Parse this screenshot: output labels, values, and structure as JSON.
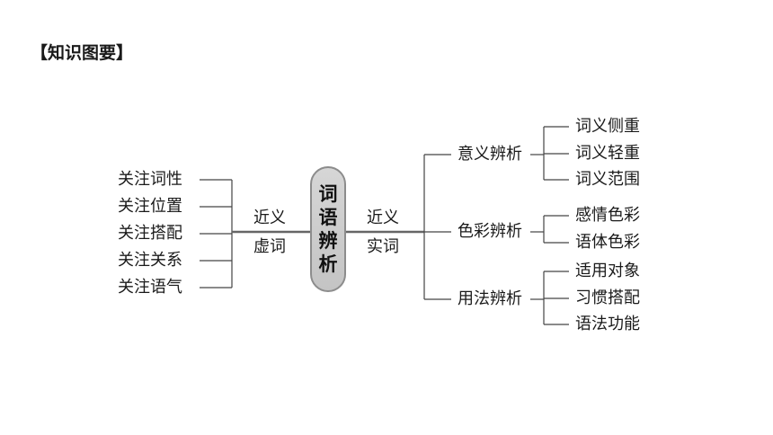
{
  "heading": "【知识图要】",
  "center": [
    "词",
    "语",
    "辨",
    "析"
  ],
  "left_branches": [
    "关注词性",
    "关注位置",
    "关注搭配",
    "关注关系",
    "关注语气"
  ],
  "left_link": {
    "top": "近义",
    "bottom": "虚词"
  },
  "right_link": {
    "top": "近义",
    "bottom": "实词"
  },
  "categories": [
    {
      "label": "意义辨析",
      "items": [
        "词义侧重",
        "词义轻重",
        "词义范围"
      ]
    },
    {
      "label": "色彩辨析",
      "items": [
        "感情色彩",
        "语体色彩"
      ]
    },
    {
      "label": "用法辨析",
      "items": [
        "适用对象",
        "习惯搭配",
        "语法功能"
      ]
    }
  ]
}
